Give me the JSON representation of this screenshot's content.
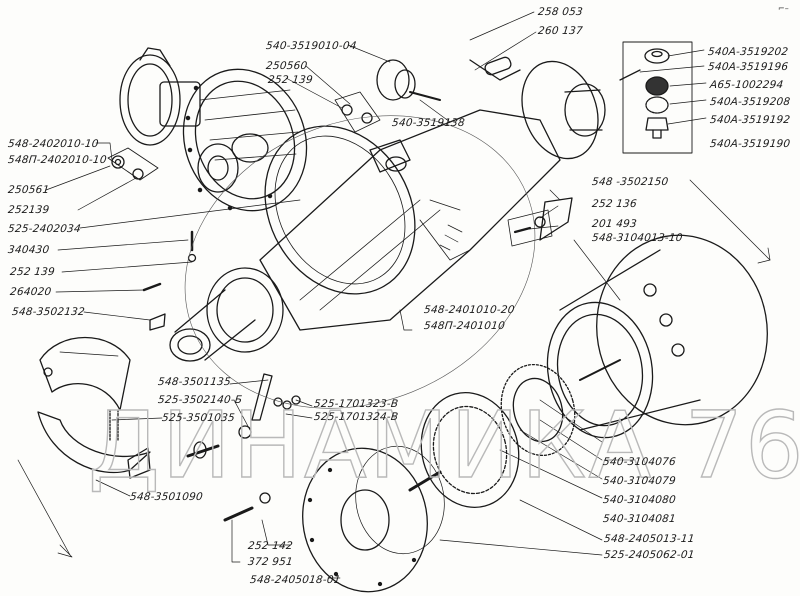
{
  "diagram": {
    "subject": "Rear drive axle assembly — exploded parts view",
    "watermark": "ДИНАМИКА 76",
    "corner_mark": "⌐–",
    "line_color": "#1a1a1a",
    "background_color": "#fdfdfb",
    "watermark_color": "#b9b9b9"
  },
  "labels": {
    "top": [
      {
        "id": "258053",
        "text": "258 053"
      },
      {
        "id": "260137",
        "text": "260 137"
      },
      {
        "id": "540-3519010-04",
        "text": "540-3519010-04"
      },
      {
        "id": "250560",
        "text": "250560"
      },
      {
        "id": "252139-top",
        "text": "252 139"
      },
      {
        "id": "540-3519138",
        "text": "540-3519138"
      }
    ],
    "brake_chamber_kit": [
      {
        "id": "540A-3519202",
        "text": "540А-3519202"
      },
      {
        "id": "540A-3519196",
        "text": "540А-3519196"
      },
      {
        "id": "A65-1002294",
        "text": "А65-1002294"
      },
      {
        "id": "540A-3519208",
        "text": "540А-3519208"
      },
      {
        "id": "540A-3519192",
        "text": "540А-3519192"
      },
      {
        "id": "540A-3519190",
        "text": "540А-3519190"
      }
    ],
    "left": [
      {
        "id": "548-2402010-10",
        "text": "548-2402010-10"
      },
      {
        "id": "548P-2402010-10",
        "text": "548П-2402010-10"
      },
      {
        "id": "250561",
        "text": "250561"
      },
      {
        "id": "252139-a",
        "text": "252139"
      },
      {
        "id": "525-2402034",
        "text": "525-2402034"
      },
      {
        "id": "340430",
        "text": "340430"
      },
      {
        "id": "252139-b",
        "text": "252 139"
      },
      {
        "id": "264020",
        "text": "264020"
      },
      {
        "id": "548-3502132",
        "text": "548-3502132"
      }
    ],
    "right_mid": [
      {
        "id": "548-3502150",
        "text": "548 -3502150"
      },
      {
        "id": "252136",
        "text": "252 136"
      },
      {
        "id": "201493",
        "text": "201 493"
      },
      {
        "id": "548-3104013-10",
        "text": "548-3104013-10"
      }
    ],
    "housing": [
      {
        "id": "548-2401010-20",
        "text": "548-2401010-20"
      },
      {
        "id": "548P-2401010",
        "text": "548П-2401010"
      }
    ],
    "brake_mechanism": [
      {
        "id": "548-3501135",
        "text": "548-3501135"
      },
      {
        "id": "525-3502140-6",
        "text": "525-3502140-Б"
      },
      {
        "id": "525-3501035",
        "text": "525-3501035"
      },
      {
        "id": "525-1701323-V",
        "text": "525-1701323-В"
      },
      {
        "id": "525-1701324-V",
        "text": "525-1701324-В"
      },
      {
        "id": "548-3501090",
        "text": "548-3501090"
      }
    ],
    "hub_reduction": [
      {
        "id": "540-3104076",
        "text": "540-3104076"
      },
      {
        "id": "540-3104079",
        "text": "540-3104079"
      },
      {
        "id": "540-3104080",
        "text": "540-3104080"
      },
      {
        "id": "540-3104081",
        "text": "540-3104081"
      },
      {
        "id": "548-2405013-11",
        "text": "548-2405013-11"
      },
      {
        "id": "525-2405062-01",
        "text": "525-2405062-01"
      }
    ],
    "bottom": [
      {
        "id": "252142",
        "text": "252 142"
      },
      {
        "id": "372951",
        "text": "372 951"
      },
      {
        "id": "548-2405018-01",
        "text": "548-2405018-01"
      }
    ]
  }
}
